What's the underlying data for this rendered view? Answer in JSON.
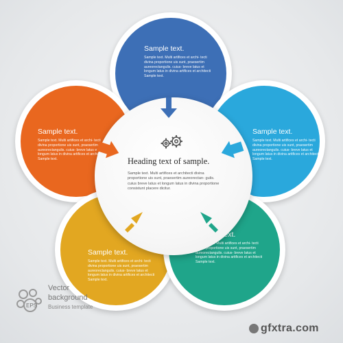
{
  "petals": {
    "top": {
      "title": "Sample text.",
      "body": "Sample text. Multi artifices et archi- tecti divina proportione uis sunt, praesertim aureorectangulis. cuius- breve latus et longum latus in divina artifices et architecti Sample text."
    },
    "left": {
      "title": "Sample text.",
      "body": "Sample text. Multi artifices et archi- tecti divina proportione uis sunt, praesertim aureorectangulis. cuius- breve latus et longum latus in divina artifices et architecti Sample text."
    },
    "right": {
      "title": "Sample text.",
      "body": "Sample text. Multi artifices et archi- tecti divina proportione uis sunt, praesertim aureorectangulis. cuius- breve latus et longum latus in divina artifices et architecti Sample text."
    },
    "bottom_left": {
      "title": "Sample text.",
      "body": "Sample text. Multi artifices et archi- tecti divina proportione uis sunt, praesertim aureorectangulis. cuius- breve latus et longum latus in divina artifices et architecti Sample text."
    },
    "bottom_right": {
      "title": "Sample text.",
      "body": "Sample text. Multi artifices et archi- tecti divina proportione uis sunt, praesertim aureorectangulis. cuius- breve latus et longum latus in divina artifices et architecti Sample text."
    }
  },
  "center": {
    "heading": "Heading text of sample.",
    "body": "Sample text. Multi artifices et architecti divina proportione uis sunt, praesertim aureorectan- gulis. cuius breve latus et longum latus in divina proportione consistunt placere dicitur.",
    "icon": "gears-icon"
  },
  "colors": {
    "blue": "#3d6fb6",
    "orange": "#e9671f",
    "cyan": "#2aa8dc",
    "yellow": "#e2a721",
    "green": "#1fa58a"
  },
  "footer": {
    "logo_text": "EPS",
    "line1": "Vector",
    "line2": "background",
    "line3": "Business template"
  },
  "watermark": "gfxtra.com"
}
